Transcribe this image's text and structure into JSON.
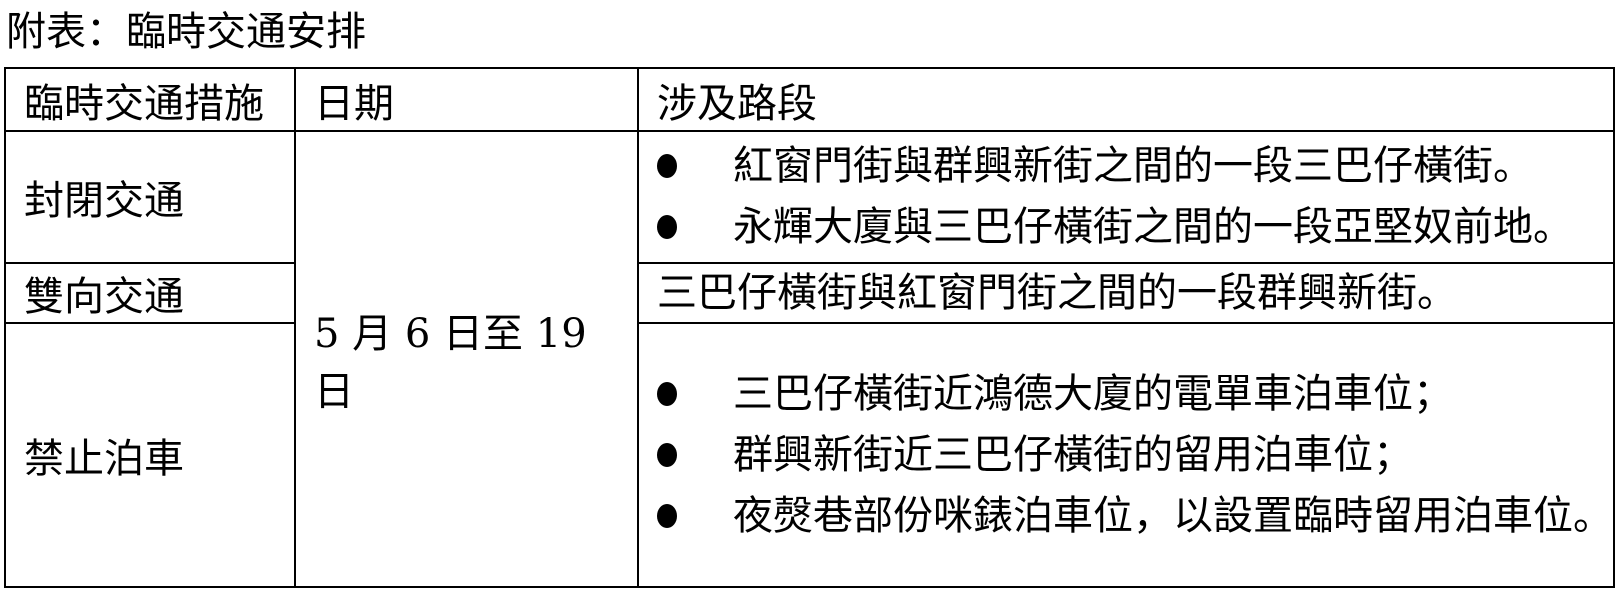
{
  "title": "附表：臨時交通安排",
  "table": {
    "headers": [
      "臨時交通措施",
      "日期",
      "涉及路段"
    ],
    "date": "5 月 6 日至 19 日",
    "rows": [
      {
        "measure": "封閉交通",
        "sections": [
          "紅窗門街與群興新街之間的一段三巴仔橫街。",
          "永輝大廈與三巴仔橫街之間的一段亞堅奴前地。"
        ]
      },
      {
        "measure": "雙向交通",
        "section_text": "三巴仔橫街與紅窗門街之間的一段群興新街。"
      },
      {
        "measure": "禁止泊車",
        "sections": [
          "三巴仔橫街近鴻德大廈的電單車泊車位；",
          "群興新街近三巴仔橫街的留用泊車位；",
          "夜㷫巷部份咪錶泊車位，以設置臨時留用泊車位。"
        ]
      }
    ]
  }
}
